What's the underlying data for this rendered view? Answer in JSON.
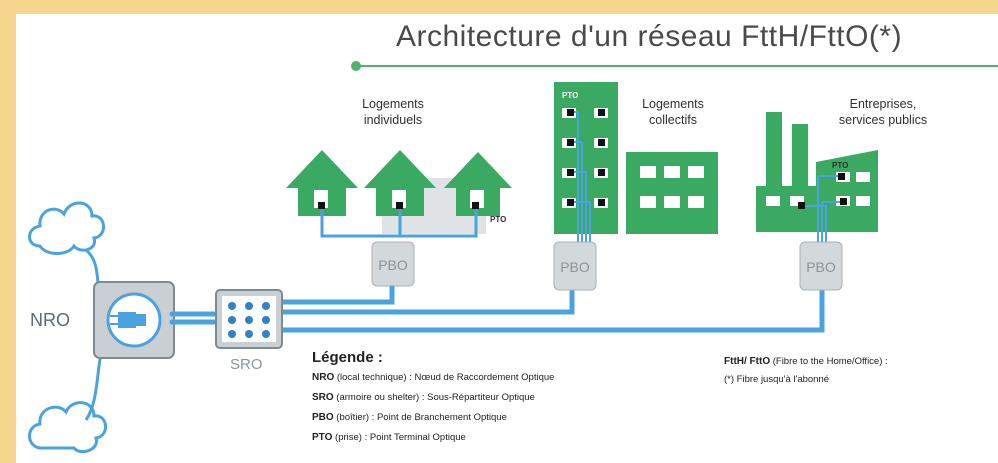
{
  "title": "Architecture d'un réseau FttH/FttO(*)",
  "colors": {
    "green": "#4caf6b",
    "blue": "#4aa3de",
    "border": "#f6d68e",
    "line": "#4db36a"
  },
  "labels": {
    "individuels": [
      "Logements",
      "individuels"
    ],
    "collectifs": [
      "Logements",
      "collectifs"
    ],
    "entreprises": [
      "Entreprises,",
      "services publics"
    ],
    "pto": "PTO",
    "pbo": "PBO",
    "nro": "NRO",
    "sro": "SRO"
  },
  "legend": {
    "title": "Légende :",
    "items": [
      {
        "abbr": "NRO",
        "rest": " (local technique) : Nœud de Raccordement Optique"
      },
      {
        "abbr": "SRO",
        "rest": " (armoire ou shelter) : Sous-Répartiteur Optique"
      },
      {
        "abbr": "PBO",
        "rest": " (boîtier) : Point de Branchement Optique"
      },
      {
        "abbr": "PTO",
        "rest": " (prise) : Point Terminal Optique"
      }
    ]
  },
  "note": {
    "abbr": "FttH/ FttO",
    "rest": " (Fibre to the Home/Office) :",
    "line2": "(*) Fibre jusqu'à l'abonné"
  }
}
